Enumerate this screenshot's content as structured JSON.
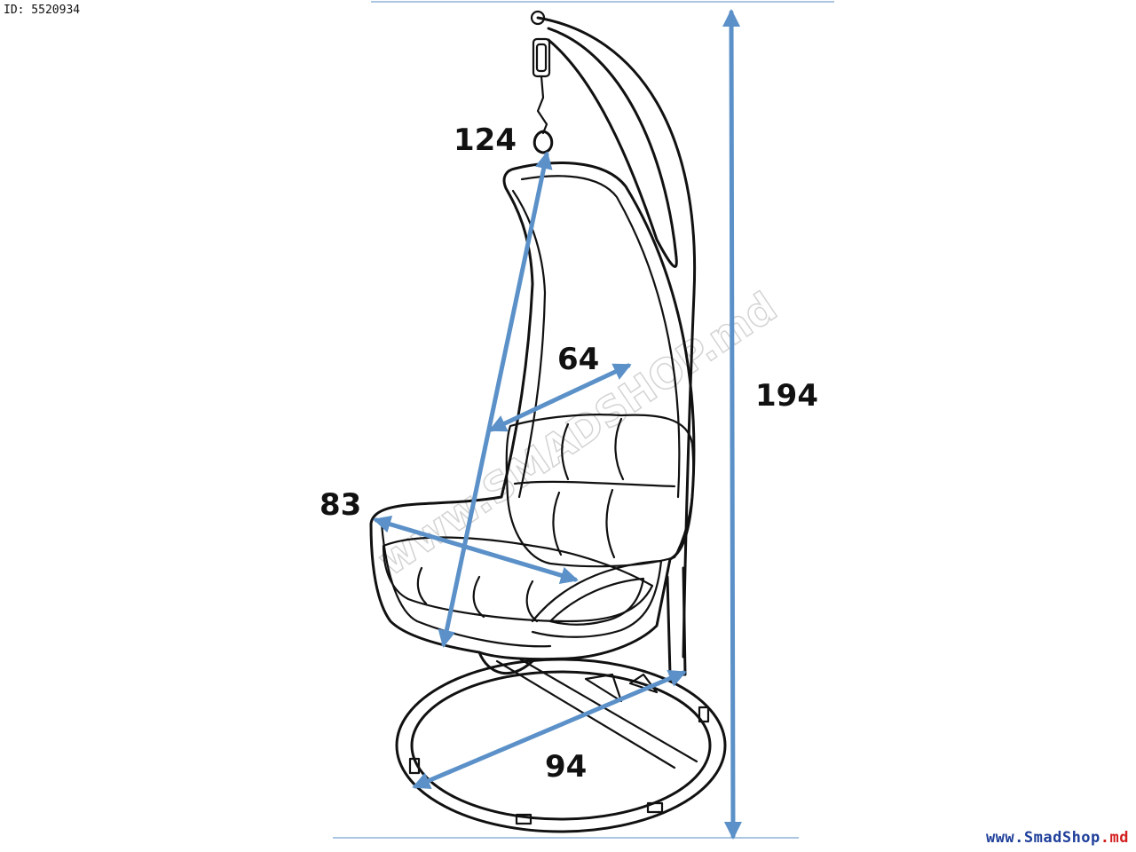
{
  "image_id": "ID: 5520934",
  "dimensions": {
    "height_total": "194",
    "backrest_diagonal": "124",
    "seat_width": "64",
    "seat_depth": "83",
    "base_diameter": "94"
  },
  "watermark": "www.SMADSHOP.md",
  "site_url": {
    "prefix": "www.",
    "brand": "SmadShop",
    "suffix": ".md"
  },
  "colors": {
    "dimension_arrows": "#5b91c8",
    "url_blue": "#1f3f9a",
    "url_red": "#d21f1f",
    "outline": "#111111"
  }
}
